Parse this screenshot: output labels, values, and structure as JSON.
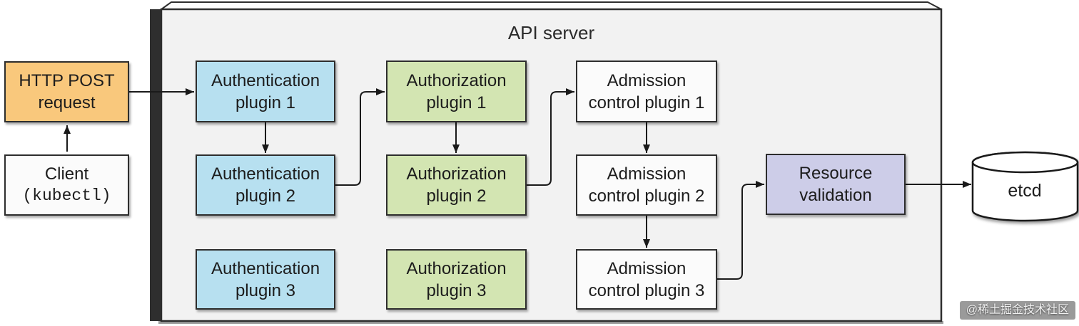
{
  "title": "API server",
  "client": {
    "line1": "Client",
    "line2": "(kubectl)"
  },
  "request": {
    "line1": "HTTP POST",
    "line2": "request"
  },
  "plugins": {
    "authentication": [
      {
        "line1": "Authentication",
        "line2": "plugin 1"
      },
      {
        "line1": "Authentication",
        "line2": "plugin 2"
      },
      {
        "line1": "Authentication",
        "line2": "plugin 3"
      }
    ],
    "authorization": [
      {
        "line1": "Authorization",
        "line2": "plugin 1"
      },
      {
        "line1": "Authorization",
        "line2": "plugin 2"
      },
      {
        "line1": "Authorization",
        "line2": "plugin 3"
      }
    ],
    "admission_control": [
      {
        "line1": "Admission",
        "line2": "control plugin 1"
      },
      {
        "line1": "Admission",
        "line2": "control plugin 2"
      },
      {
        "line1": "Admission",
        "line2": "control plugin 3"
      }
    ]
  },
  "resource_validation": {
    "line1": "Resource",
    "line2": "validation"
  },
  "storage": {
    "label": "etcd"
  },
  "watermark": "@稀土掘金技术社区",
  "colors": {
    "request_fill": "#f9c87c",
    "authentication_fill": "#b7e0f0",
    "authorization_fill": "#d3e5b2",
    "admission_fill": "#fbfbfb",
    "resource_validation_fill": "#cdcde8",
    "container_fill": "#f2f2f2",
    "line": "#1a1a1a"
  }
}
